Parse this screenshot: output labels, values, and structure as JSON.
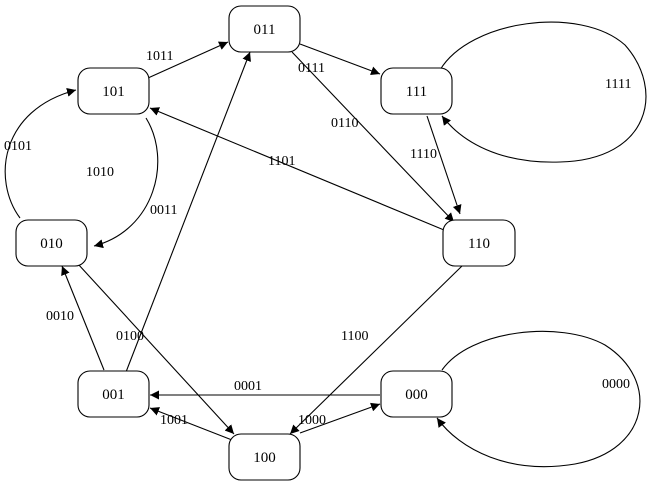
{
  "nodes": {
    "n011": "011",
    "n101": "101",
    "n111": "111",
    "n010": "010",
    "n110": "110",
    "n001": "001",
    "n000": "000",
    "n100": "100"
  },
  "edges": {
    "e1011": "1011",
    "e0111": "0111",
    "e1111": "1111",
    "e0110": "0110",
    "e0101": "0101",
    "e1010": "1010",
    "e1110": "1110",
    "e1101": "1101",
    "e0011": "0011",
    "e0010": "0010",
    "e0100": "0100",
    "e1100": "1100",
    "e0001": "0001",
    "e0000": "0000",
    "e1001": "1001",
    "e1000": "1000"
  }
}
